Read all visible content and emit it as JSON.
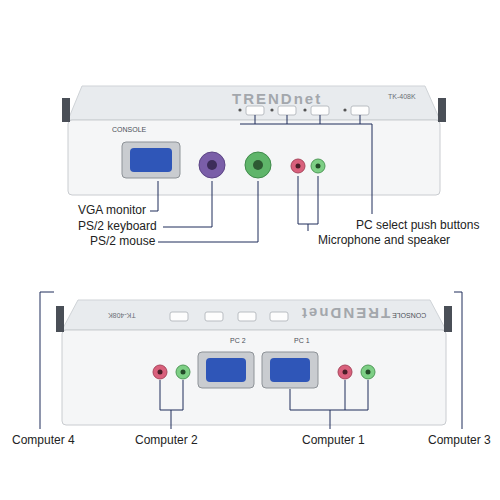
{
  "diagram": {
    "labels": [
      "TRENDnet",
      "TK-408K",
      "CONSOLE",
      "VGA monitor",
      "PS/2 keyboard",
      "PS/2 mouse",
      "PC select push buttons",
      "Microphone and speaker",
      "TK-408K",
      "TRENDnet",
      "CONSOLE",
      "PC 2",
      "PC 1",
      "Computer 4",
      "Computer 2",
      "Computer 1",
      "Computer 3"
    ]
  }
}
